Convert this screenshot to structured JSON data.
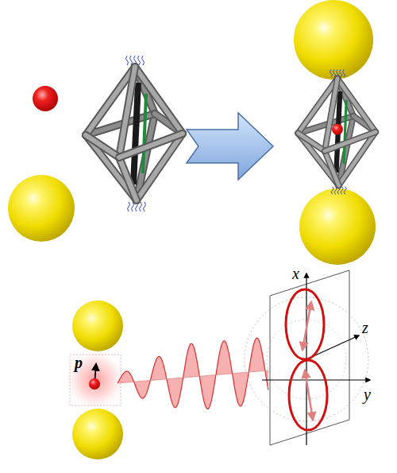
{
  "diagram": {
    "labels": [
      "p",
      "x",
      "z",
      "y"
    ]
  }
}
